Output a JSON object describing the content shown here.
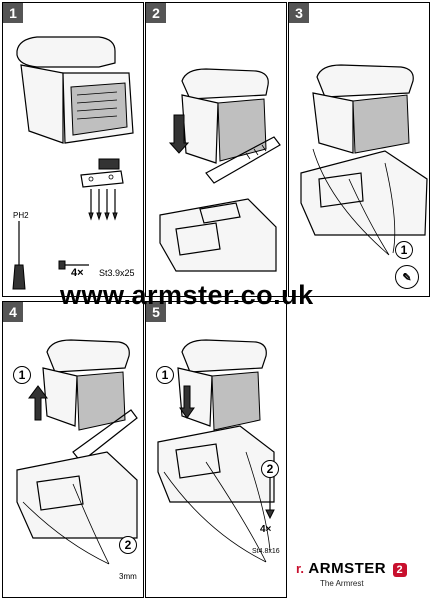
{
  "steps": {
    "step1": {
      "number": "1",
      "screw_count": "4×",
      "screw_spec": "St3.9x25",
      "tool_label": "PH2"
    },
    "step2": {
      "number": "2"
    },
    "step3": {
      "number": "3",
      "callout": "1"
    },
    "step4": {
      "number": "4",
      "callout_a": "1",
      "callout_b": "2",
      "hex_size": "3mm"
    },
    "step5": {
      "number": "5",
      "callout_a": "1",
      "callout_b": "2",
      "screw_count": "4×",
      "screw_spec": "St4.8x16"
    }
  },
  "watermark": "www.armster.co.uk",
  "brand": {
    "name": "ARMSTER",
    "version": "2",
    "tagline": "The Armrest",
    "accent": "#c8102e"
  }
}
